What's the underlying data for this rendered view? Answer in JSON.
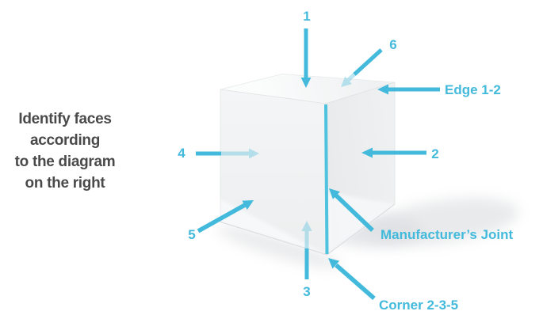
{
  "colors": {
    "accent": "#43BADB",
    "joint": "#4FC2DF",
    "heading": "#4A4A4A",
    "cube_top": "#FAFBFC",
    "cube_face_light": "#F2F3F4",
    "cube_face_dark": "#E9EBEC"
  },
  "instruction": {
    "lines": [
      "Identify faces",
      "according",
      "to the diagram",
      "on the right"
    ]
  },
  "cube": {
    "face_labels": [
      "1",
      "2",
      "3",
      "4",
      "5",
      "6"
    ],
    "annotations": {
      "edge": "Edge 1-2",
      "joint": "Manufacturer’s Joint",
      "corner": "Corner 2-3-5"
    }
  }
}
